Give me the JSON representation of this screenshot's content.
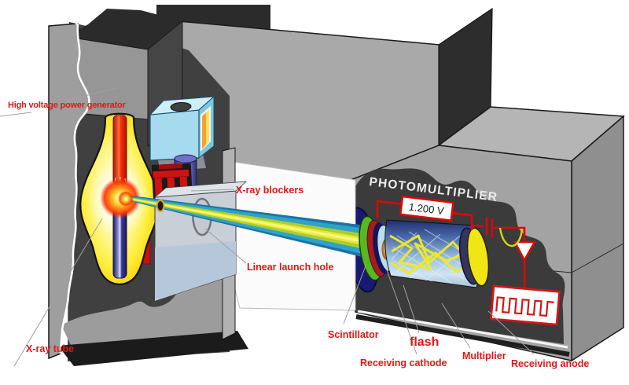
{
  "diagram": {
    "photomultiplier_title": "PHOTOMULTIPLIER",
    "voltage": "1.200 V",
    "labels": {
      "high_voltage": "High voltage power generator",
      "xray_tube": "X-ray tube",
      "xray_blockers": "X-ray blockers",
      "launch_hole": "Linear launch hole",
      "scintillator": "Scintillator",
      "flash": "flash",
      "receiving_cathode": "Receiving cathode",
      "multiplier": "Multiplier",
      "receiving_anode": "Receiving anode"
    },
    "colors": {
      "label_red": "#e41717",
      "circuit_red": "#dd0707",
      "scintillator_green": "#56b822",
      "anode_yellow": "#f0e616",
      "beam_core_yellow": "#f8f584",
      "beam_green": "#a9ce30",
      "beam_teal": "#2fa2c8",
      "beam_blue": "#1b72a6",
      "housing_gray": "#a8a8a8",
      "cutaway_dark": "#3a3a3a"
    }
  }
}
